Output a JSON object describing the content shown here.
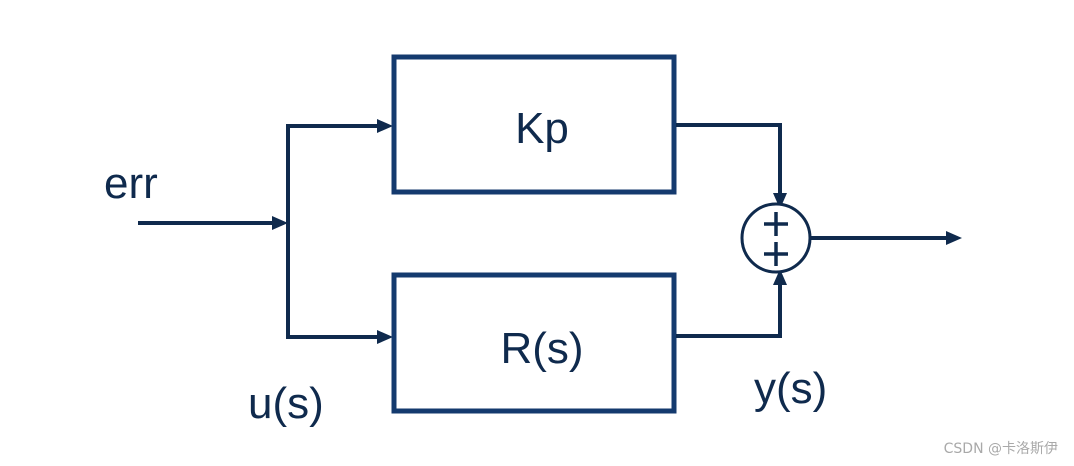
{
  "diagram": {
    "input_label": "err",
    "input_signal_label": "u(s)",
    "output_signal_label": "y(s)",
    "blocks": {
      "top": "Kp",
      "bottom": "R(s)"
    },
    "summer": {
      "top_sign": "+",
      "bottom_sign": "+"
    }
  },
  "watermark": "CSDN @卡洛斯伊",
  "colors": {
    "block_border": "#143a6e",
    "wire": "#0f2a4d",
    "text": "#0f2a4d",
    "watermark": "#a9a9a9"
  }
}
